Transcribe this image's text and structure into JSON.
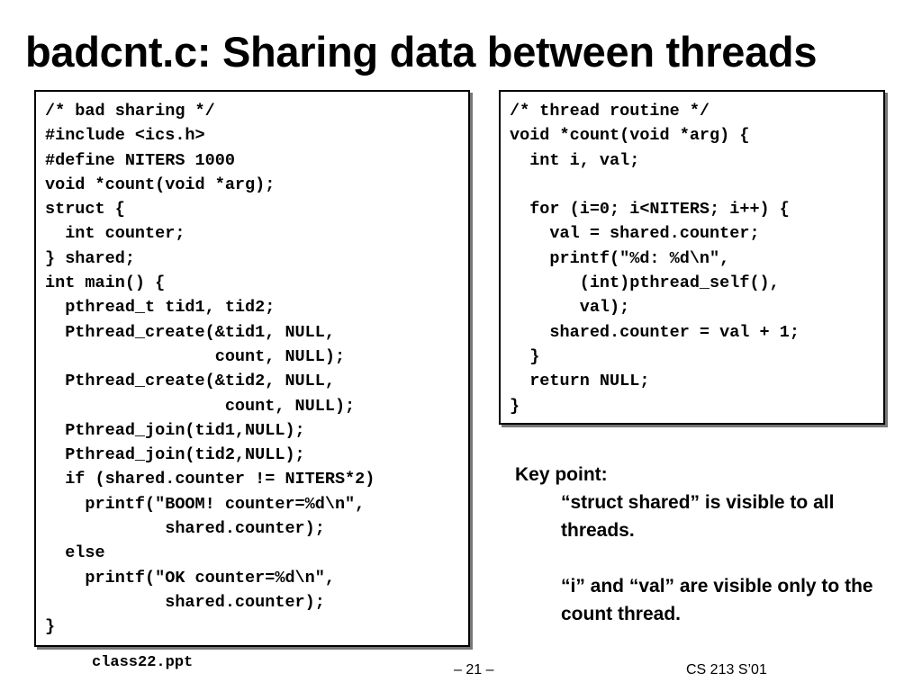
{
  "slide": {
    "title": "badcnt.c: Sharing data between threads"
  },
  "left_code": {
    "lines": [
      "/* bad sharing */",
      "#include <ics.h>",
      "#define NITERS 1000",
      "void *count(void *arg);",
      "struct {",
      "  int counter;",
      "} shared;",
      "int main() {",
      "  pthread_t tid1, tid2;",
      "  Pthread_create(&tid1, NULL,",
      "                 count, NULL);",
      "  Pthread_create(&tid2, NULL,",
      "                  count, NULL);",
      "  Pthread_join(tid1,NULL);",
      "  Pthread_join(tid2,NULL);",
      "  if (shared.counter != NITERS*2)",
      "    printf(\"BOOM! counter=%d\\n\",",
      "            shared.counter);",
      "  else",
      "    printf(\"OK counter=%d\\n\",",
      "            shared.counter);",
      "}"
    ]
  },
  "right_code": {
    "lines": [
      "/* thread routine */",
      "void *count(void *arg) {",
      "  int i, val;",
      "",
      "  for (i=0; i<NITERS; i++) {",
      "    val = shared.counter;",
      "    printf(\"%d: %d\\n\",",
      "       (int)pthread_self(),",
      "       val);",
      "    shared.counter = val + 1;",
      "  }",
      "  return NULL;",
      "}"
    ]
  },
  "key_point": {
    "heading": "Key  point:",
    "para1": "“struct shared” is visible to all threads.",
    "para2": "“i” and “val” are visible only to the count thread."
  },
  "footer": {
    "filename": "class22.ppt",
    "page": "– 21 –",
    "course": "CS 213 S’01"
  }
}
